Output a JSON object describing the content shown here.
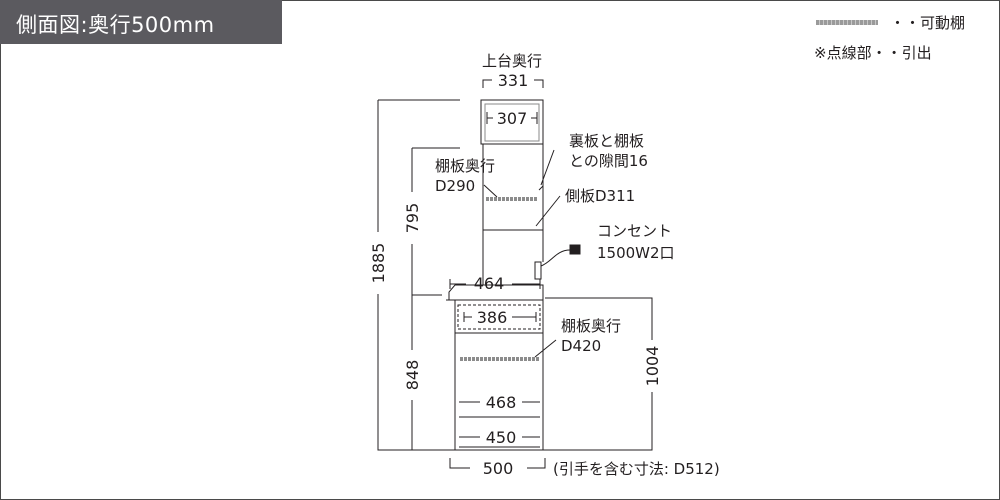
{
  "title": "側面図:奥行500mm",
  "legend": {
    "movable_shelf": "・・可動棚",
    "dotted_note": "※点線部・・引出"
  },
  "labels": {
    "upper_depth_title": "上台奥行",
    "upper_depth": "331",
    "upper_inner": "307",
    "gap_note_1": "裏板と棚板",
    "gap_note_2": "との隙間16",
    "upper_shelf_1": "棚板奥行",
    "upper_shelf_2": "D290",
    "side_board": "側板D311",
    "outlet_1": "コンセント",
    "outlet_2": "1500W2口",
    "counter_depth": "464",
    "drawer_depth": "386",
    "lower_shelf_1": "棚板奥行",
    "lower_shelf_2": "D420",
    "lower_inner_1": "468",
    "lower_inner_2": "450",
    "base_depth": "500",
    "base_note": "(引手を含む寸法: D512)",
    "height_total": "1885",
    "height_upper": "795",
    "height_lower": "848",
    "height_counter": "1004"
  },
  "colors": {
    "title_bg": "#5b5a5f",
    "line": "#231f20",
    "shelf": "#8c8c8c"
  }
}
